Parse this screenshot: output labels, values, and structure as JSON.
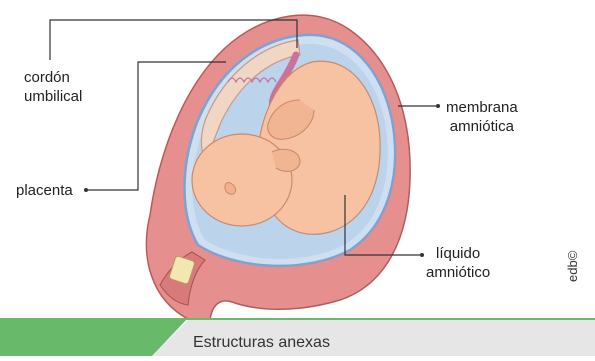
{
  "labels": {
    "cordon_line1": "cordón",
    "cordon_line2": "umbilical",
    "placenta": "placenta",
    "membrana_line1": "membrana",
    "membrana_line2": "amniótica",
    "liquido_line1": "líquido",
    "liquido_line2": "amniótico"
  },
  "credit": "edb©",
  "caption": "Estructuras anexas",
  "colors": {
    "accent_green": "#69b96b",
    "caption_gray": "#e6e6e6",
    "uterus_wall": "#e58f8f",
    "amniotic_fluid": "#bcd3ec",
    "fetus_skin": "#f7c2a2",
    "placenta": "#f0d6c4",
    "umbilical_cord": "#c9739c"
  }
}
